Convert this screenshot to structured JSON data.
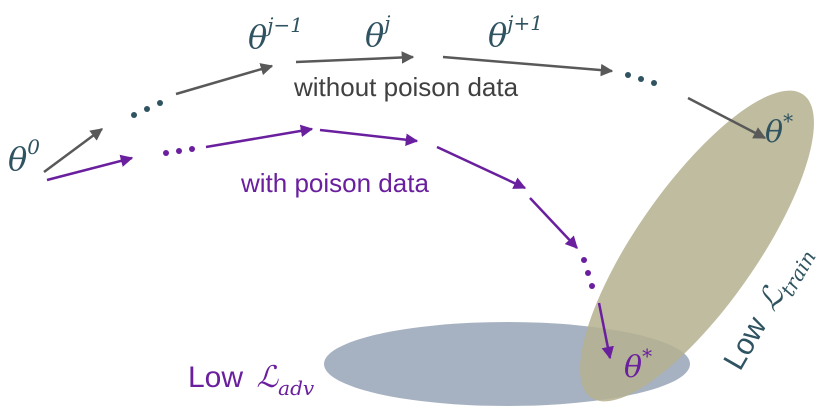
{
  "diagram": {
    "labels": {
      "theta": "θ",
      "theta0_sup": "0",
      "thetaj1m_sup": "j−1",
      "thetaj_sup": "j",
      "thetaj1p_sup": "j+1",
      "star": "*",
      "without": "without poison data",
      "with": "with poison data",
      "low": "Low",
      "L": "ℒ",
      "train_sub": "train",
      "adv_sub": "adv"
    },
    "colors": {
      "gray_path": "#595959",
      "purple_path": "#6a1f9e",
      "teal_text": "#2f5360",
      "train_region": "#b5b08f",
      "adv_region": "#97a4b7"
    }
  }
}
